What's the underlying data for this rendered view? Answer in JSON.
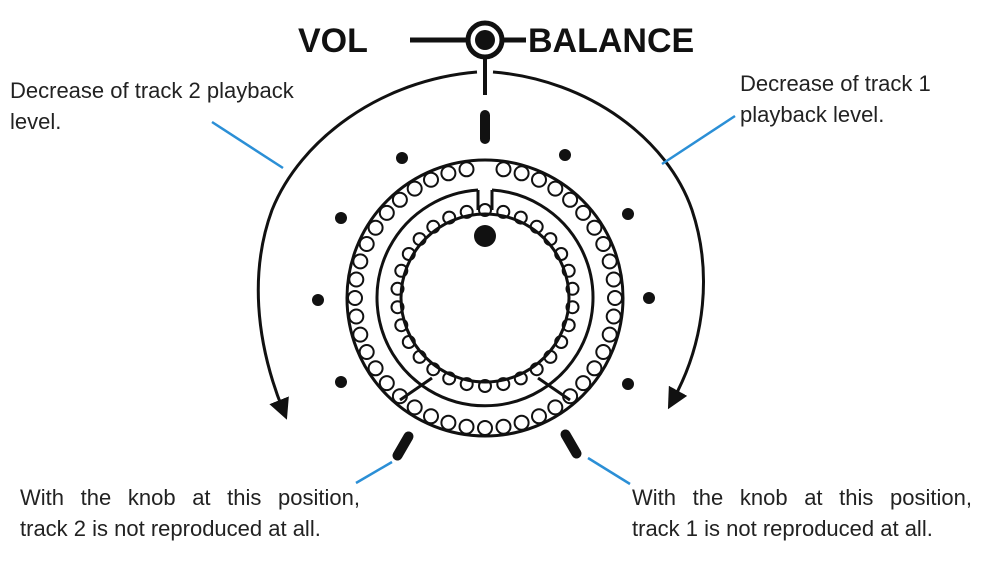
{
  "knob_label": {
    "left": "VOL",
    "right": "BALANCE"
  },
  "annotations": {
    "top_left": "Decrease of track 2 playback level.",
    "top_right": "Decrease of track 1 playback level.",
    "bottom_left": "With the knob at this position, track 2 is not reproduced at all.",
    "bottom_right": "With the knob at this position, track 1 is not reproduced at all."
  },
  "colors": {
    "ink": "#111111",
    "leader_line": "#2b8fd6"
  },
  "icons": {
    "knob": "rotary-knob-icon",
    "selector_symbol": "knob-symbol-icon"
  }
}
